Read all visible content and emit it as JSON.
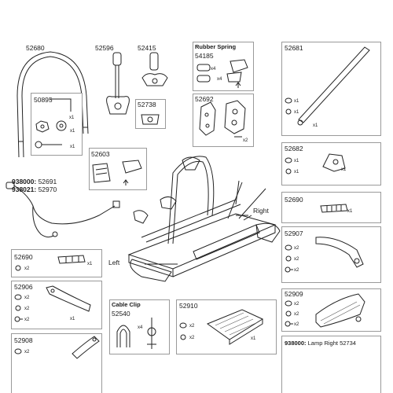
{
  "parts": {
    "p52680": "52680",
    "p52596": "52596",
    "p52415": "52415",
    "p50895": "50895",
    "p52738": "52738",
    "rubber_title": "Rubber Spring",
    "p54185": "54185",
    "p52692": "52692",
    "p52681": "52681",
    "p52603": "52603",
    "p52682": "52682",
    "p52691_prefix": "938000:",
    "p52691": "52691",
    "p52970_prefix": "938021:",
    "p52970": "52970",
    "right_label": "Right",
    "left_label": "Left",
    "p52690_right": "52690",
    "p52690_left": "52690",
    "p52907": "52907",
    "p52906": "52906",
    "cable_title": "Cable Clip",
    "p52540": "52540",
    "p52910": "52910",
    "p52909": "52909",
    "p52908": "52908",
    "lamp_prefix": "938000:",
    "lamp_text": "Lamp Right",
    "lamp_num": "52734"
  },
  "qty": {
    "x1": "x1",
    "x2": "x2",
    "x4": "x4"
  }
}
